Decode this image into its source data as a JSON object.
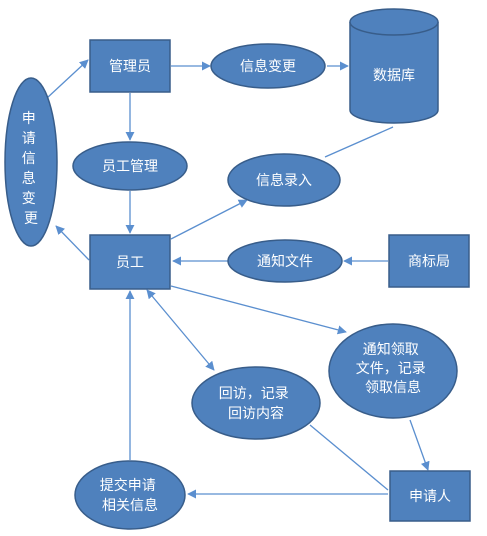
{
  "nodes": {
    "admin": {
      "label": "管理员"
    },
    "info_change": {
      "label": "信息变更"
    },
    "database": {
      "label": "数据库"
    },
    "apply_change": {
      "lines": [
        "申",
        "请",
        "信",
        "息",
        "变",
        "更"
      ]
    },
    "staff_manage": {
      "label": "员工管理"
    },
    "info_entry": {
      "label": "信息录入"
    },
    "staff": {
      "label": "员工"
    },
    "notify_file": {
      "label": "通知文件"
    },
    "trademark_bureau": {
      "label": "商标局"
    },
    "notify_collect": {
      "lines": [
        "通知领取",
        "文件，记录",
        "领取信息"
      ]
    },
    "visit_record": {
      "lines": [
        "回访，记录",
        "回访内容"
      ]
    },
    "submit_apply": {
      "lines": [
        "提交申请",
        "相关信息"
      ]
    },
    "applicant": {
      "label": "申请人"
    }
  },
  "colors": {
    "fill": "#4f81bd",
    "stroke": "#385d8a",
    "edge": "#5b8fcf",
    "text": "#ffffff"
  }
}
